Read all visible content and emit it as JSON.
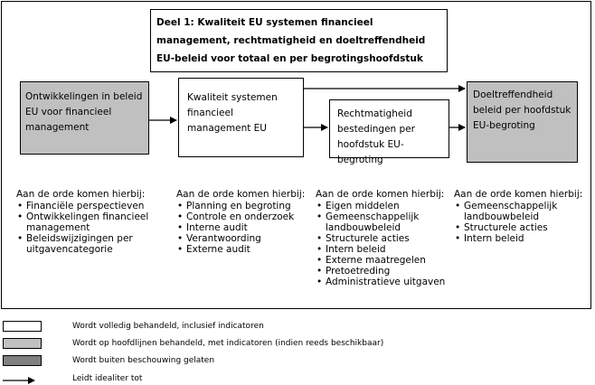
{
  "title": "Deel 1: Kwaliteit EU systemen financieel management, rechtmatigheid en doeltreffendheid EU-beleid voor totaal en per begrotingshoofdstuk",
  "boxes": {
    "ontwikkelingen": "Ontwikkelingen in beleid EU voor financieel management",
    "kwaliteit": "Kwaliteit systemen financieel management EU",
    "rechtmatigheid": "Rechtmatigheid bestedingen per hoofdstuk EU-begroting",
    "doeltreffendheid": "Doeltreffendheid beleid per hoofdstuk EU-begroting"
  },
  "columns": [
    {
      "heading": "Aan de orde komen hierbij:",
      "items": [
        "Financiële perspectieven",
        "Ontwikkelingen financieel management",
        "Beleidswijzigingen per uitgavencategorie"
      ]
    },
    {
      "heading": "Aan de orde komen hierbij:",
      "items": [
        "Planning en begroting",
        "Controle en onderzoek",
        "Interne audit",
        "Verantwoording",
        "Externe audit"
      ]
    },
    {
      "heading": "Aan de orde komen hierbij:",
      "items": [
        "Eigen middelen",
        "Gemeenschappelijk landbouwbeleid",
        "Structurele acties",
        "Intern beleid",
        "Externe maatregelen",
        "Pretoetreding",
        "Administratieve uitgaven"
      ]
    },
    {
      "heading": "Aan de orde komen hierbij:",
      "items": [
        "Gemeenschappelijk landbouwbeleid",
        "Structurele acties",
        "Intern beleid"
      ]
    }
  ],
  "legend": [
    {
      "label": "Wordt volledig behandeld, inclusief indicatoren",
      "color": "#ffffff"
    },
    {
      "label": "Wordt op hoofdlijnen behandeld, met indicatoren (indien reeds beschikbaar)",
      "color": "#c0c0c0"
    },
    {
      "label": "Wordt buiten beschouwing gelaten",
      "color": "#808080"
    },
    {
      "label": "Leidt idealiter tot"
    }
  ]
}
